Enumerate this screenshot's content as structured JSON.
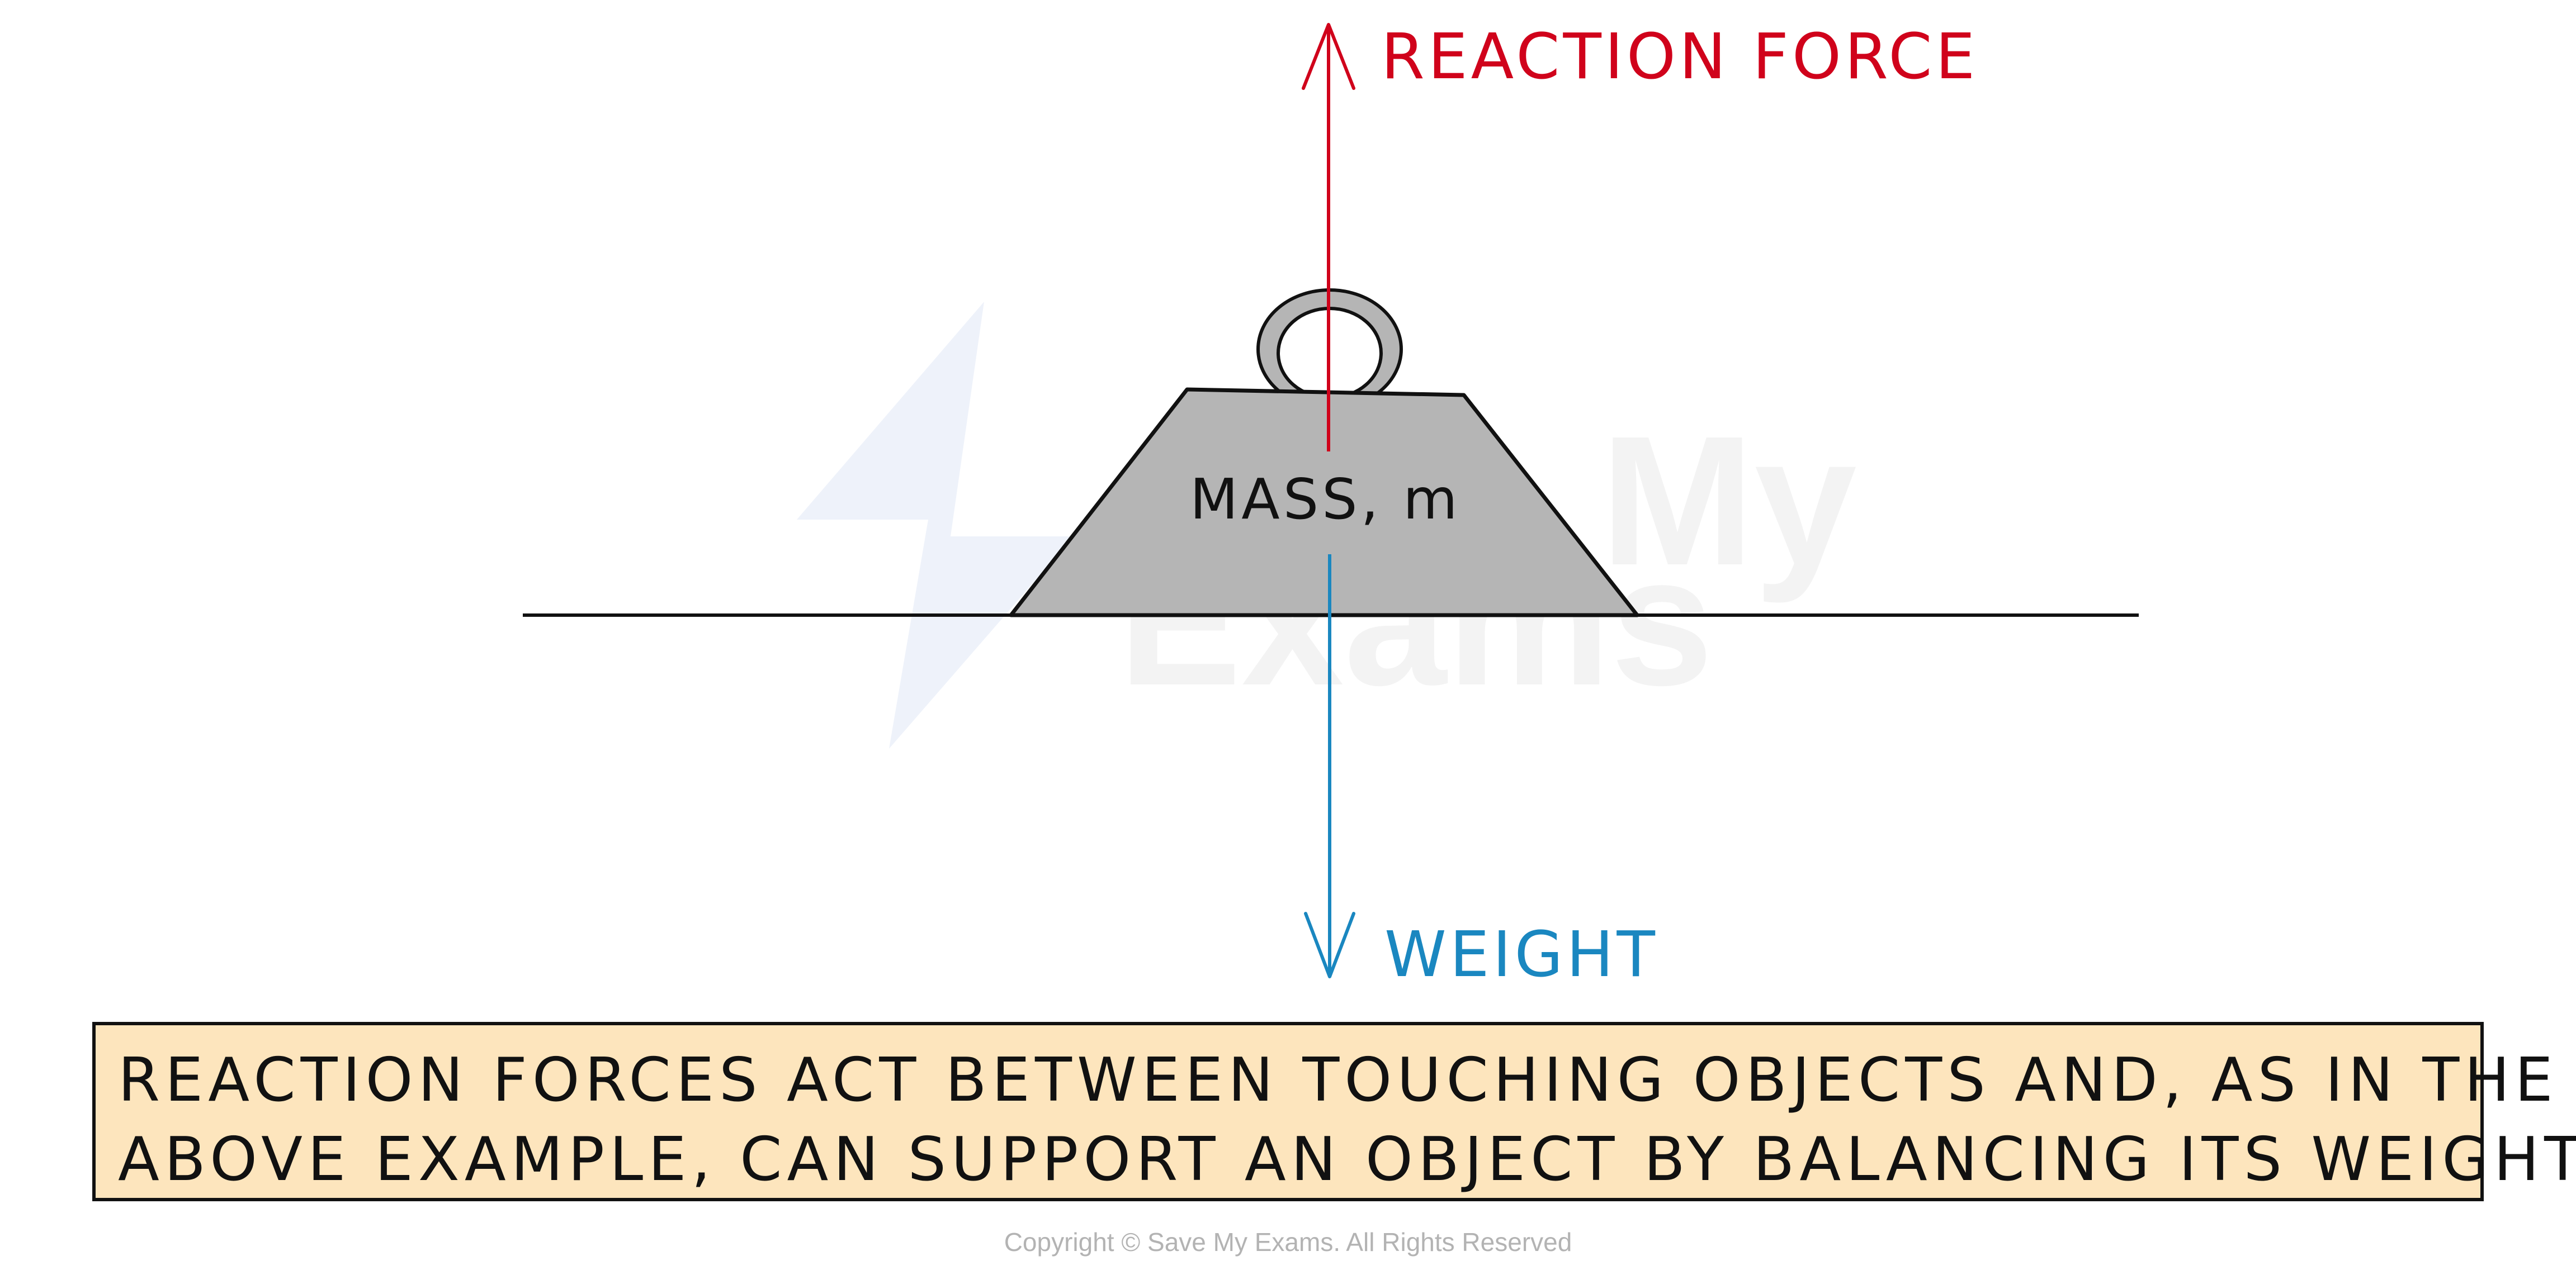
{
  "diagram": {
    "reaction_force_label": "REACTION FORCE",
    "weight_label": "WEIGHT",
    "mass_label": "MASS, m"
  },
  "caption": {
    "line1": "REACTION FORCES ACT BETWEEN TOUCHING OBJECTS AND, AS IN THE",
    "line2": "ABOVE EXAMPLE, CAN SUPPORT AN OBJECT BY BALANCING ITS WEIGHT"
  },
  "footer": {
    "copyright": "Copyright © Save My Exams. All Rights Reserved"
  },
  "colors": {
    "reaction_force": "#d0021b",
    "weight": "#1a87c0",
    "mass_fill": "#b5b5b5",
    "outline": "#111111",
    "caption_background": "#fde5bd",
    "watermark": "#eef2fa"
  }
}
